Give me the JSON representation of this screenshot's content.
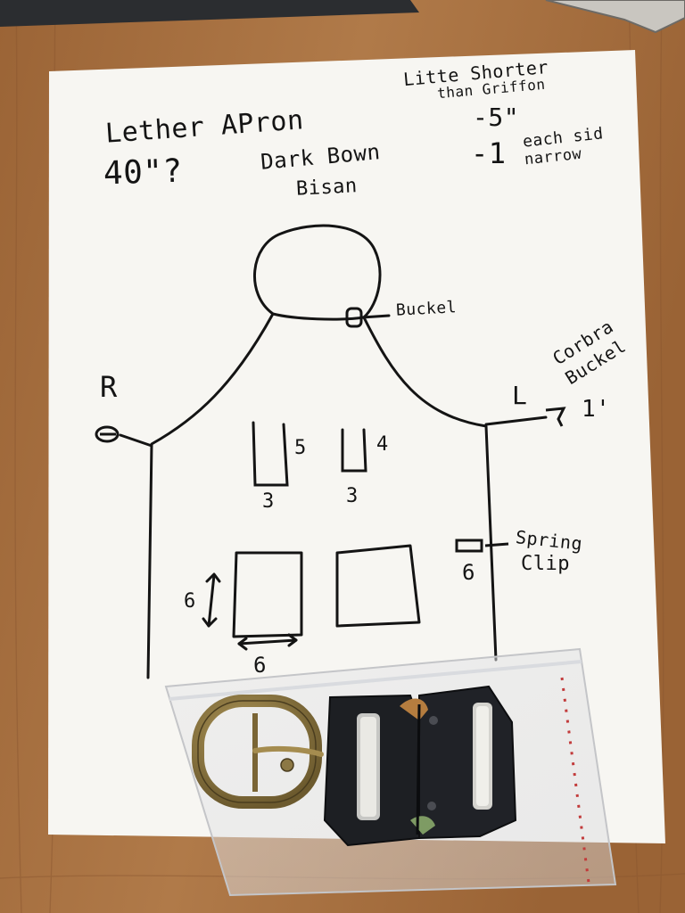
{
  "photo": {
    "subject": "hand-drawn leather apron sketch with buckle hardware",
    "colors": {
      "wood": "#a86f3f",
      "paper": "#f7f6f2",
      "ink": "#141414",
      "brass": "#8a7440",
      "plastic_black": "#1d1f23"
    }
  },
  "sketch": {
    "title": "Lether APron",
    "length_note": "40\"?",
    "leather_color": "Dark Bown",
    "leather_type": "Bisan",
    "notes": {
      "line1": "Litte Shorter",
      "line2": "than Griffon",
      "line3": "-5\"",
      "line4_num": "-1",
      "line4_text": "each sid",
      "line5": "narrow"
    },
    "neck_buckle_label": "Buckel",
    "left_marker": "R",
    "right_marker": "L",
    "cobra_label_1": "Corbra",
    "cobra_label_2": "Buckel",
    "cobra_size": "1'",
    "upper_pockets": [
      {
        "height": "5",
        "width": "3"
      },
      {
        "height": "4",
        "width": "3"
      }
    ],
    "lower_pocket_height": "6",
    "lower_pocket_width": "6",
    "clip_label_1": "Spring",
    "clip_label_2": "Clip",
    "clip_size": "6"
  }
}
